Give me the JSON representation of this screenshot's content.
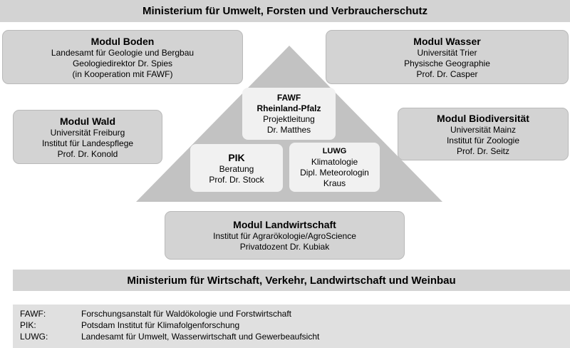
{
  "header": {
    "ministry_top": "Ministerium für Umwelt, Forsten und Verbraucherschutz"
  },
  "footer": {
    "ministry_bottom": "Ministerium für Wirtschaft, Verkehr, Landwirtschaft und Weinbau"
  },
  "modules": {
    "boden": {
      "title": "Modul Boden",
      "lines": [
        "Landesamt für Geologie und Bergbau",
        "Geologiedirektor Dr. Spies",
        "(in Kooperation mit FAWF)"
      ]
    },
    "wasser": {
      "title": "Modul Wasser",
      "lines": [
        "Universität Trier",
        "Physische Geographie",
        "Prof. Dr. Casper"
      ]
    },
    "wald": {
      "title": "Modul Wald",
      "lines": [
        "Universität Freiburg",
        "Institut für Landespflege",
        "Prof. Dr. Konold"
      ]
    },
    "biodiversitaet": {
      "title": "Modul Biodiversität",
      "lines": [
        "Universität Mainz",
        "Institut für Zoologie",
        "Prof. Dr. Seitz"
      ]
    },
    "landwirtschaft": {
      "title": "Modul Landwirtschaft",
      "lines": [
        "Institut für Agrarökologie/AgroScience",
        "Privatdozent Dr. Kubiak"
      ]
    }
  },
  "center": {
    "fawf": {
      "title": "FAWF",
      "subtitle": "Rheinland-Pfalz",
      "lines": [
        "Projektleitung",
        "Dr. Matthes"
      ]
    },
    "pik": {
      "title": "PIK",
      "lines": [
        "Beratung",
        "Prof. Dr. Stock"
      ]
    },
    "luwg": {
      "title": "LUWG",
      "lines": [
        "Klimatologie",
        "Dipl. Meteorologin",
        "Kraus"
      ]
    }
  },
  "legend": [
    {
      "abbr": "FAWF:",
      "text": "Forschungsanstalt für Waldökologie und Forstwirtschaft"
    },
    {
      "abbr": "PIK:",
      "text": "Potsdam Institut für Klimafolgenforschung"
    },
    {
      "abbr": "LUWG:",
      "text": "Landesamt für Umwelt, Wasserwirtschaft und Gewerbeaufsicht"
    }
  ],
  "colors": {
    "box_fill": "#d3d3d3",
    "pyramid_fill": "#c2c2c2",
    "inner_fill": "#f1f1f1",
    "legend_fill": "#e0e0e0"
  }
}
